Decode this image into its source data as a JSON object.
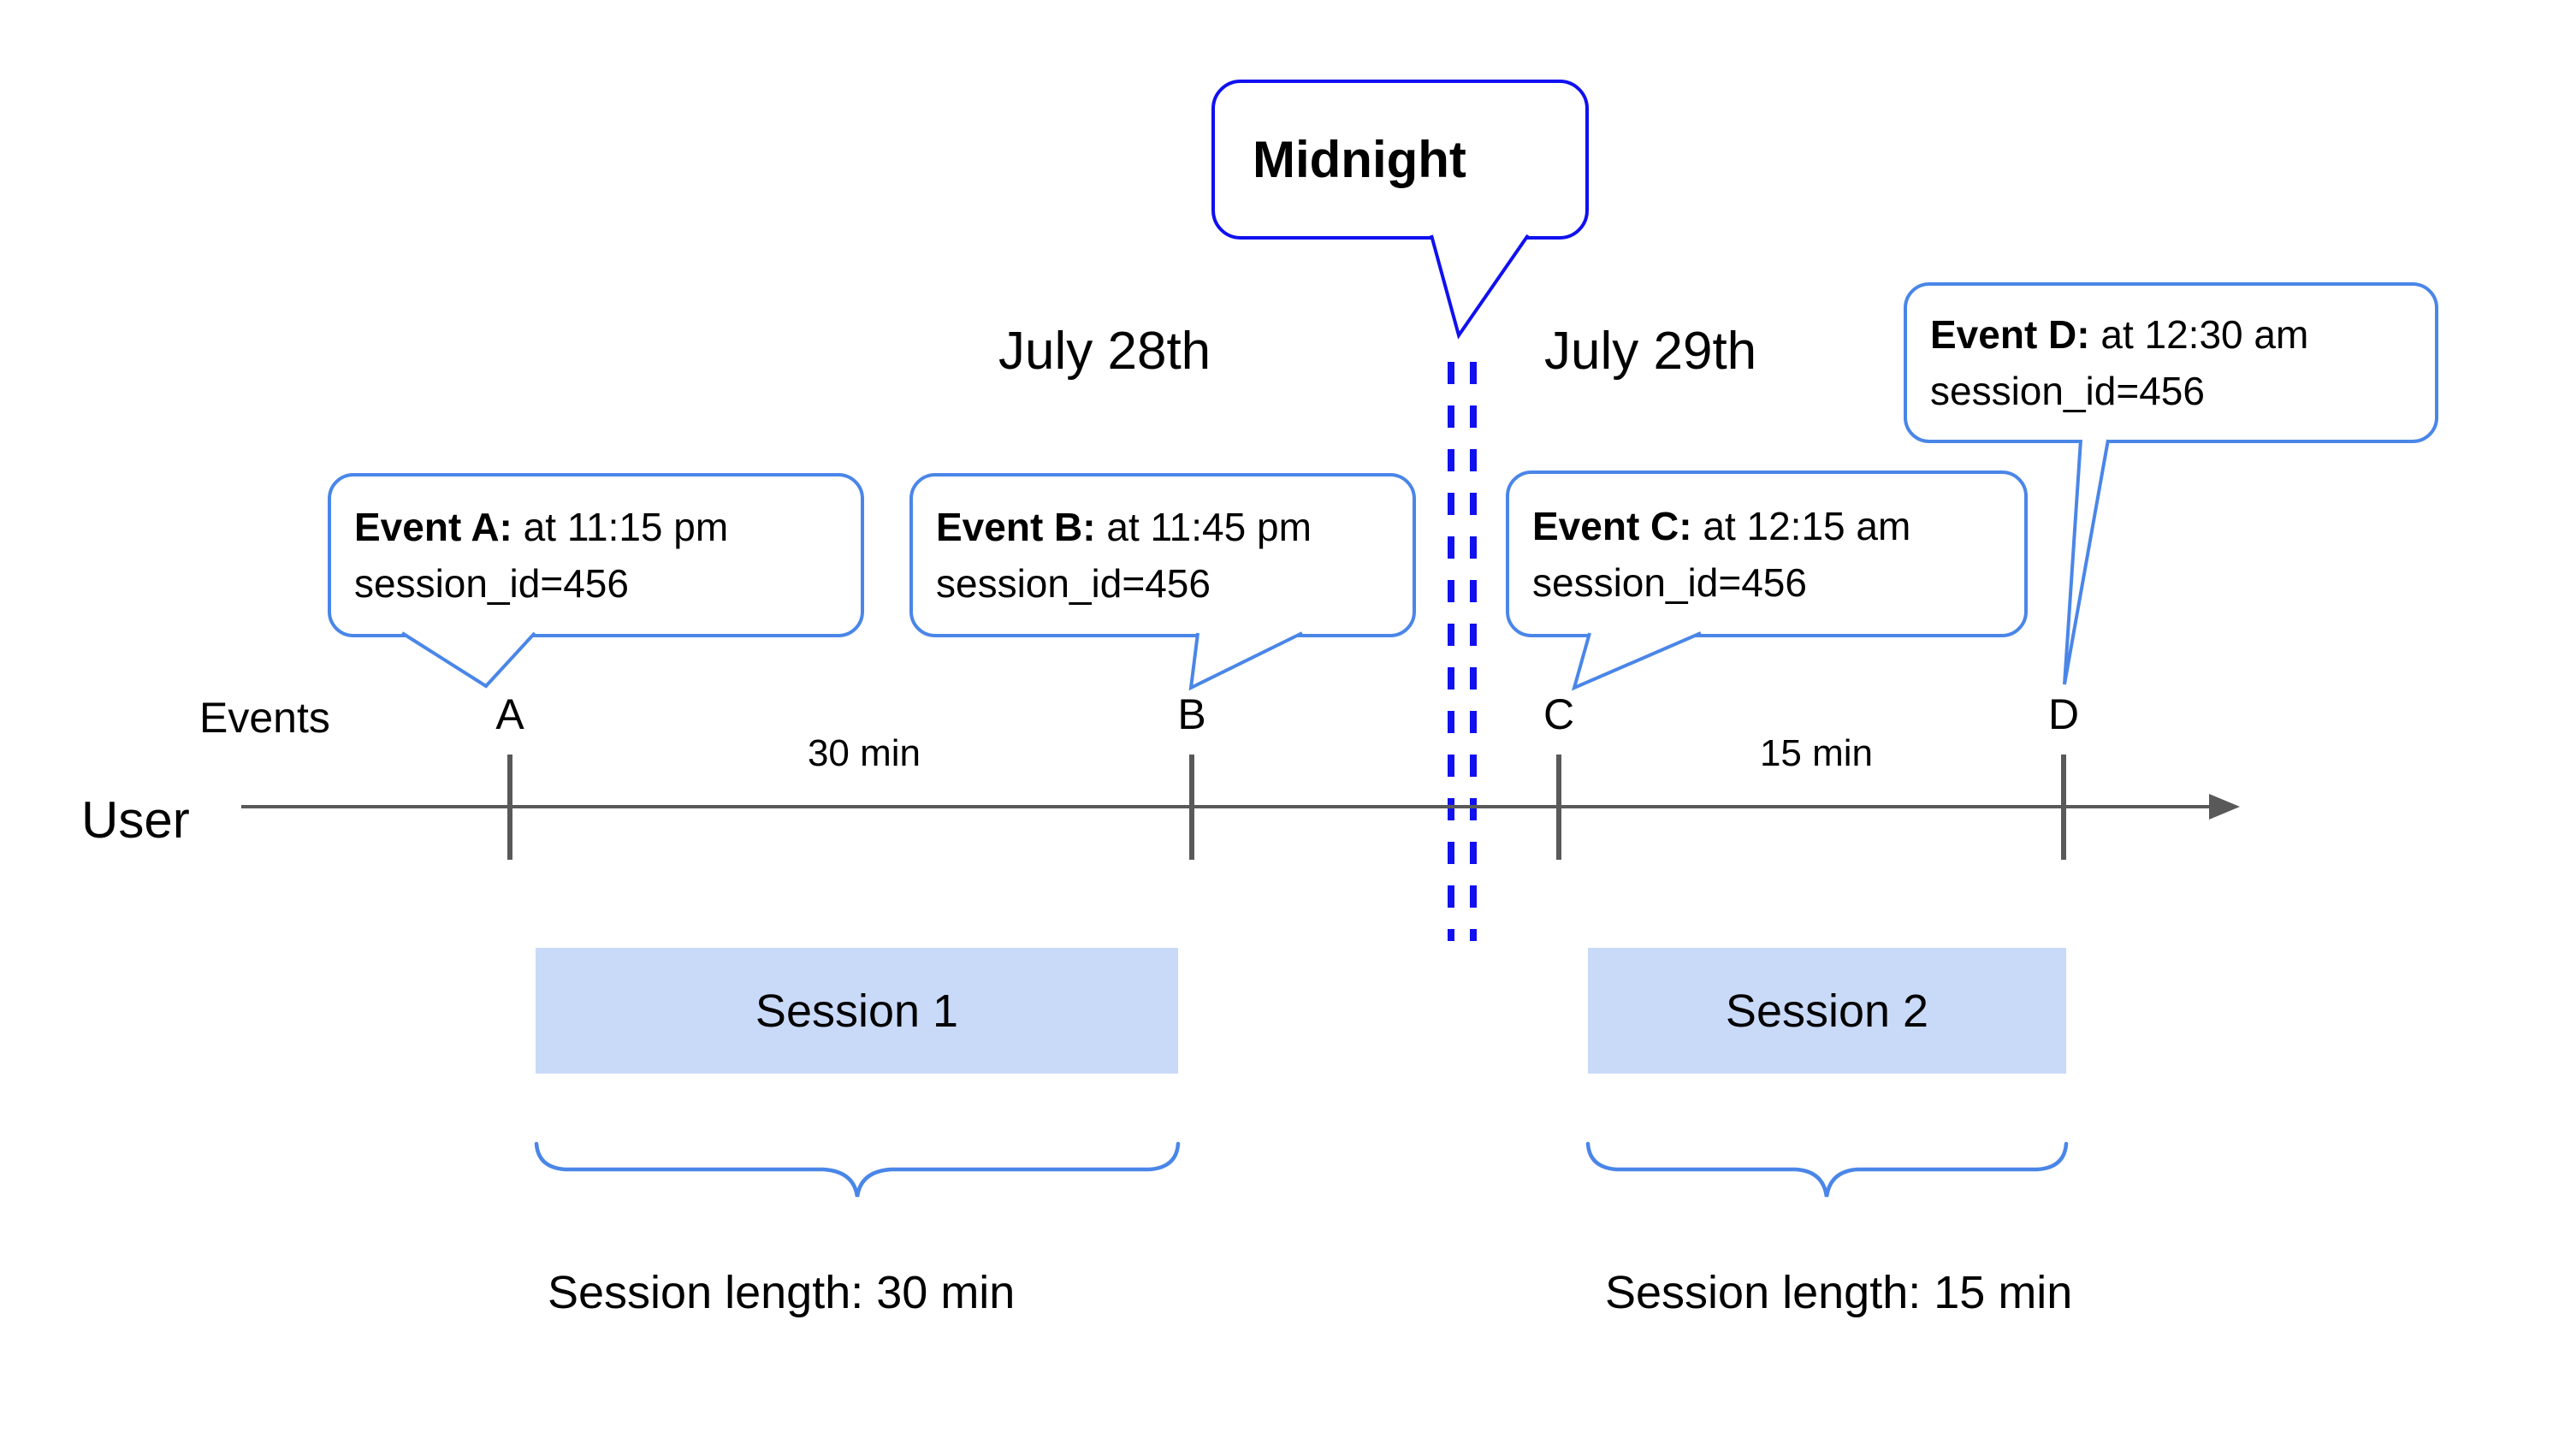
{
  "diagram": {
    "dates": {
      "before": "July 28th",
      "after": "July 29th"
    },
    "midnight_label": "Midnight",
    "axis": {
      "events_label": "Events",
      "user_label": "User"
    },
    "events": [
      {
        "id": "A",
        "label": "Event A:",
        "time": " at 11:15 pm",
        "session": "session_id=456",
        "tick": "A"
      },
      {
        "id": "B",
        "label": "Event B:",
        "time": " at 11:45 pm",
        "session": "session_id=456",
        "tick": "B"
      },
      {
        "id": "C",
        "label": "Event C:",
        "time": " at 12:15 am",
        "session": "session_id=456",
        "tick": "C"
      },
      {
        "id": "D",
        "label": "Event D:",
        "time": " at 12:30 am",
        "session": "session_id=456",
        "tick": "D"
      }
    ],
    "gaps": [
      {
        "label": "30 min"
      },
      {
        "label": "15 min"
      }
    ],
    "sessions": [
      {
        "name": "Session 1",
        "length": "Session length: 30 min"
      },
      {
        "name": "Session 2",
        "length": "Session length: 15 min"
      }
    ],
    "colors": {
      "midnight_blue": "#1010f0",
      "bubble_blue": "#4a86e8",
      "session_fill": "#c9daf8",
      "axis_gray": "#595959",
      "text": "#000000"
    }
  }
}
